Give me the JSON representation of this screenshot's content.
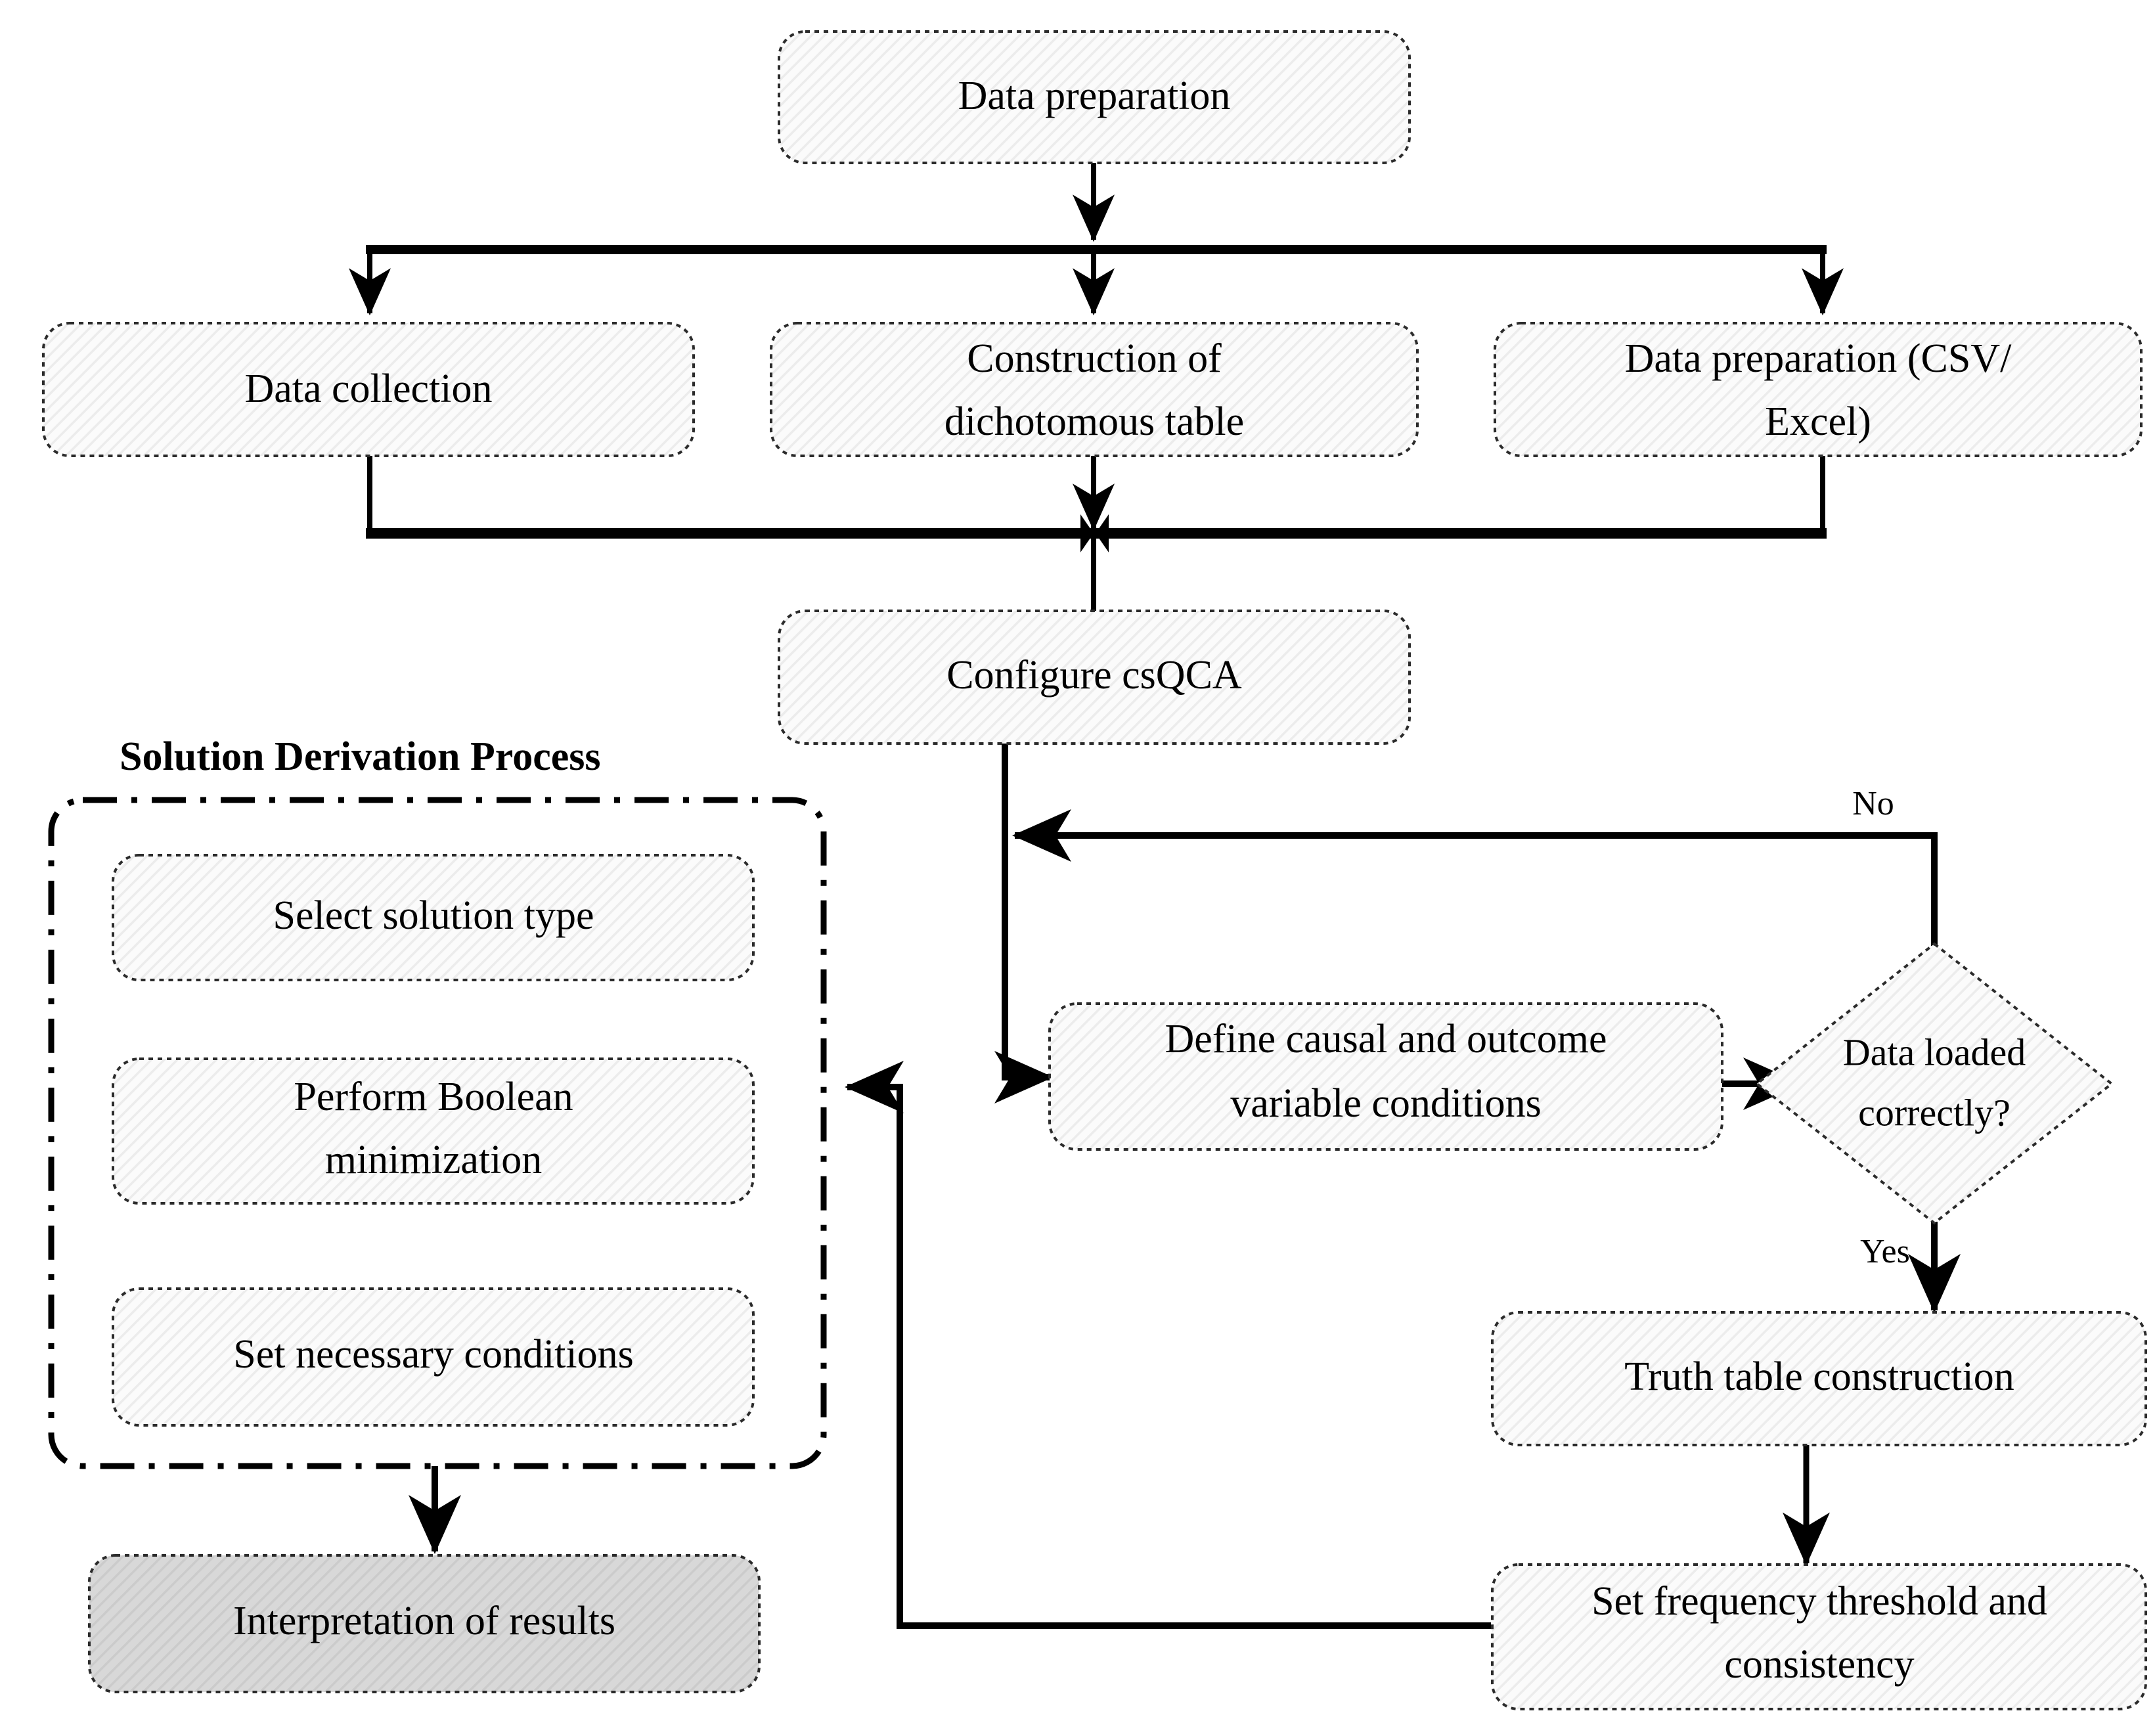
{
  "diagram": {
    "title": "csQCA analysis workflow",
    "colors": {
      "hatch_fill": "#fafafa",
      "hatch_stroke": "#ededed",
      "gray_fill": "#d6d6d6",
      "gray_hatch_stroke": "#c7c7c7",
      "line": "#000000",
      "node_border": "#2b2b2b"
    },
    "section_label": "Solution Derivation Process",
    "nodes": [
      {
        "id": "data-preparation",
        "label": "Data preparation",
        "lines": [
          "Data preparation"
        ],
        "shape": "rounded-rect",
        "fill": "hatch"
      },
      {
        "id": "data-collection",
        "label": "Data collection",
        "lines": [
          "Data collection"
        ],
        "shape": "rounded-rect",
        "fill": "hatch"
      },
      {
        "id": "dichotomous-table",
        "label": "Construction of dichotomous table",
        "lines": [
          "Construction of",
          "dichotomous table"
        ],
        "shape": "rounded-rect",
        "fill": "hatch"
      },
      {
        "id": "data-preparation-csv",
        "label": "Data preparation (CSV/ Excel)",
        "lines": [
          "Data preparation (CSV/",
          "Excel)"
        ],
        "shape": "rounded-rect",
        "fill": "hatch"
      },
      {
        "id": "configure-csqca",
        "label": "Configure csQCA",
        "lines": [
          "Configure csQCA"
        ],
        "shape": "rounded-rect",
        "fill": "hatch"
      },
      {
        "id": "define-conditions",
        "label": "Define causal and outcome variable conditions",
        "lines": [
          "Define causal and outcome",
          "variable conditions"
        ],
        "shape": "rounded-rect",
        "fill": "hatch"
      },
      {
        "id": "data-loaded-decision",
        "label": "Data loaded correctly?",
        "lines": [
          "Data loaded",
          "correctly?"
        ],
        "shape": "diamond",
        "fill": "hatch"
      },
      {
        "id": "truth-table",
        "label": "Truth table construction",
        "lines": [
          "Truth table construction"
        ],
        "shape": "rounded-rect",
        "fill": "hatch"
      },
      {
        "id": "frequency-threshold",
        "label": "Set frequency threshold and consistency",
        "lines": [
          "Set frequency threshold and",
          "consistency"
        ],
        "shape": "rounded-rect",
        "fill": "hatch"
      },
      {
        "id": "select-solution-type",
        "label": "Select solution type",
        "lines": [
          "Select solution type"
        ],
        "shape": "rounded-rect",
        "fill": "hatch"
      },
      {
        "id": "boolean-minimization",
        "label": "Perform Boolean minimization",
        "lines": [
          "Perform Boolean",
          "minimization"
        ],
        "shape": "rounded-rect",
        "fill": "hatch"
      },
      {
        "id": "necessary-conditions",
        "label": "Set necessary conditions",
        "lines": [
          "Set necessary conditions"
        ],
        "shape": "rounded-rect",
        "fill": "hatch"
      },
      {
        "id": "interpretation-results",
        "label": "Interpretation of results",
        "lines": [
          "Interpretation of results"
        ],
        "shape": "rounded-rect",
        "fill": "gray"
      }
    ],
    "edge_labels": [
      {
        "id": "branch-no",
        "text": "No"
      },
      {
        "id": "branch-yes",
        "text": "Yes"
      }
    ],
    "text": {
      "data_preparation": "Data preparation",
      "data_collection": "Data collection",
      "dichotomous_l1": "Construction of",
      "dichotomous_l2": "dichotomous table",
      "csv_l1": "Data preparation (CSV/",
      "csv_l2": "Excel)",
      "configure_csqca": "Configure csQCA",
      "define_l1": "Define causal and outcome",
      "define_l2": "variable conditions",
      "decision_l1": "Data loaded",
      "decision_l2": "correctly?",
      "truth_table": "Truth table construction",
      "freq_l1": "Set frequency threshold and",
      "freq_l2": "consistency",
      "select_solution_type": "Select solution type",
      "boolean_l1": "Perform Boolean",
      "boolean_l2": "minimization",
      "necessary_conditions": "Set necessary conditions",
      "interpretation_results": "Interpretation of results",
      "section_label": "Solution Derivation Process",
      "label_no": "No",
      "label_yes": "Yes"
    }
  }
}
